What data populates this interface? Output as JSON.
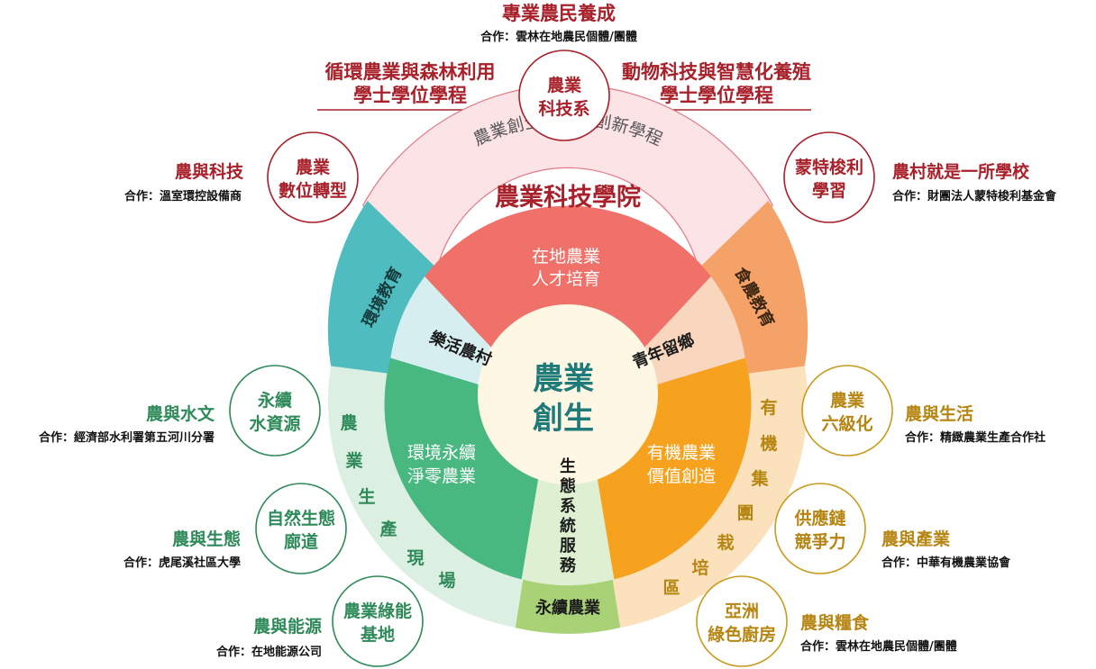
{
  "top": {
    "title": "專業農民養成",
    "partner": "合作：雲林在地農民個體/團體"
  },
  "programs": {
    "left": [
      "循環農業與森林利用",
      "學士學位學程"
    ],
    "center": [
      "農業",
      "科技系"
    ],
    "right": [
      "動物科技與智慧化養殖",
      "學士學位學程"
    ]
  },
  "arc_band": {
    "outer_label": "農業創生與智慧創新學程",
    "inner_label": "農業科技學院"
  },
  "inner_segments": {
    "top": [
      "在地農業",
      "人才培育"
    ],
    "left_top": "樂活農村",
    "right_top": "青年留鄉",
    "left": [
      "環境永續",
      "淨零農業"
    ],
    "right": [
      "有機農業",
      "價值創造"
    ],
    "bottom": [
      "生",
      "態",
      "系",
      "統",
      "服",
      "務"
    ],
    "bottom_outer": "永續農業",
    "core": [
      "農業",
      "創生"
    ]
  },
  "ring_labels": {
    "env_edu": "環境教育",
    "food_edu": "食農教育",
    "left_ring": [
      "農",
      "業",
      "生",
      "產",
      "現",
      "場"
    ],
    "right_ring": [
      "有",
      "機",
      "集",
      "團",
      "栽",
      "培",
      "區"
    ]
  },
  "satellites": {
    "digital": {
      "circle": [
        "農業",
        "數位轉型"
      ],
      "title": "農與科技",
      "partner": "合作：溫室環控設備商"
    },
    "montessori": {
      "circle": [
        "蒙特梭利",
        "學習"
      ],
      "title": "農村就是一所學校",
      "partner": "合作：財團法人蒙特梭利基金會"
    },
    "water": {
      "circle": [
        "永續",
        "水資源"
      ],
      "title": "農與水文",
      "partner": "合作：經濟部水利署第五河川分署"
    },
    "eco": {
      "circle": [
        "自然生態",
        "廊道"
      ],
      "title": "農與生態",
      "partner": "合作：虎尾溪社區大學"
    },
    "energy": {
      "circle": [
        "農業綠能",
        "基地"
      ],
      "title": "農與能源",
      "partner": "合作：在地能源公司"
    },
    "sixth": {
      "circle": [
        "農業",
        "六級化"
      ],
      "title": "農與生活",
      "partner": "合作：精緻農業生產合作社"
    },
    "supply": {
      "circle": [
        "供應鏈",
        "競爭力"
      ],
      "title": "農與產業",
      "partner": "合作：中華有機農業協會"
    },
    "kitchen": {
      "circle": [
        "亞洲",
        "綠色廚房"
      ],
      "title": "農與糧食",
      "partner": "合作：雲林在地農民個體/團體"
    }
  },
  "colors": {
    "red": "#f0706a",
    "green": "#49b780",
    "orange": "#f7a21e",
    "light_green": "#dcefe3",
    "light_orange": "#fbe2bd",
    "teal": "#4fbcc0",
    "peach": "#f9d6be",
    "pale_blue": "#d6eef0",
    "core": "#fdf7e3",
    "pink_band": "#fbe3e6",
    "brand_red": "#a8212a"
  }
}
